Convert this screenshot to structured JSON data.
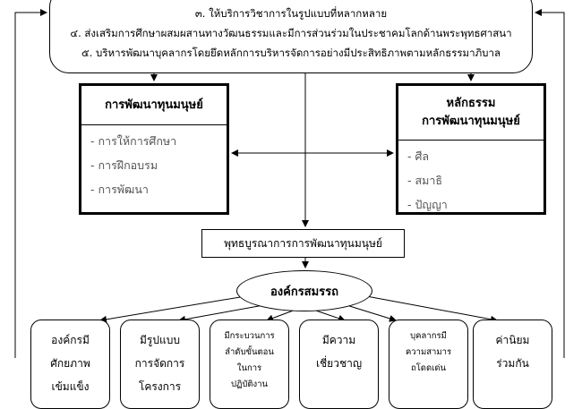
{
  "top_box": {
    "lines": [
      "๓. ให้บริการวิชาการในรูปแบบที่หลากหลาย",
      "๔. ส่งเสริมการศึกษาผสมผสานทางวัฒนธรรมและมีการส่วนร่วมในประชาคมโลกด้านพระพุทธศาสนา",
      "๕. บริหารพัฒนาบุคลากรโดยยึดหลักการบริหารจัดการอย่างมีประสิทธิภาพตามหลักธรรมาภิบาล"
    ]
  },
  "left_box": {
    "title": "การพัฒนาทุนมนุษย์",
    "items": [
      "- การให้การศึกษา",
      "- การฝึกอบรม",
      "- การพัฒนา"
    ]
  },
  "right_box": {
    "title_line1": "หลักธรรม",
    "title_line2": "การพัฒนาทุนมนุษย์",
    "items": [
      "- ศีล",
      "- สมาธิ",
      "- ปัญญา"
    ]
  },
  "center_box": {
    "label": "พุทธบูรณาการการพัฒนาทุนมนุษย์"
  },
  "ellipse": {
    "label": "องค์กรสมรรถ"
  },
  "bottom_boxes": [
    {
      "lines": [
        "องค์กรมี",
        "ศักยภาพ",
        "เข้มแข็ง"
      ]
    },
    {
      "lines": [
        "มีรูปแบบ",
        "การจัดการ",
        "โครงการ"
      ]
    },
    {
      "lines": [
        "มีกระบวนการ",
        "ลำดับขั้นตอน",
        "ในการ",
        "ปฏิบัติงาน"
      ]
    },
    {
      "lines": [
        "มีความ",
        "เชี่ยวชาญ"
      ]
    },
    {
      "lines": [
        "บุคลากรมี",
        "ความสามาร",
        "ถโดดเด่น"
      ]
    },
    {
      "lines": [
        "ค่านิยม",
        "ร่วมกัน"
      ]
    }
  ]
}
